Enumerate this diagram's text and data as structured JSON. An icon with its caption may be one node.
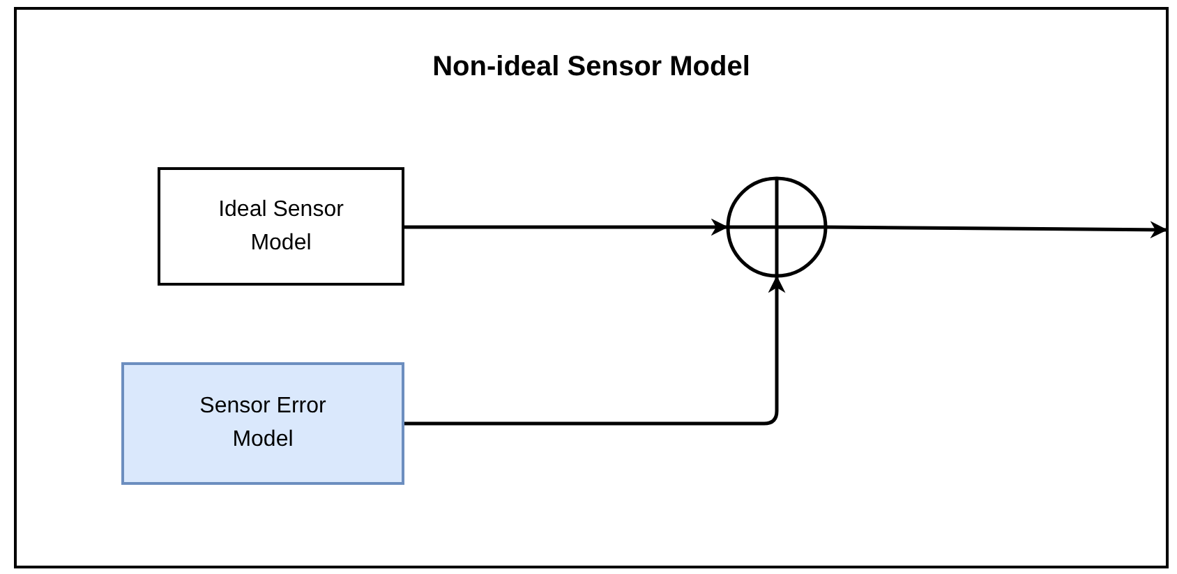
{
  "diagram": {
    "nodes": [
      {
        "text": [
          "Non-ideal Sensor Model"
        ]
      },
      {
        "text": [
          "Ideal Sensor Model"
        ],
        "in": 0
      },
      {
        "text": [
          "Sensor Error Model"
        ],
        "in": 0
      },
      {
        "text": [],
        "shape": "circle",
        "in": 0
      }
    ],
    "edges": [
      {
        "from": 1,
        "to": 3,
        "arrow": "to"
      },
      {
        "from": 2,
        "to": 3,
        "arrow": "to"
      },
      {
        "from": 3,
        "to": null,
        "arrow": "to"
      }
    ]
  }
}
